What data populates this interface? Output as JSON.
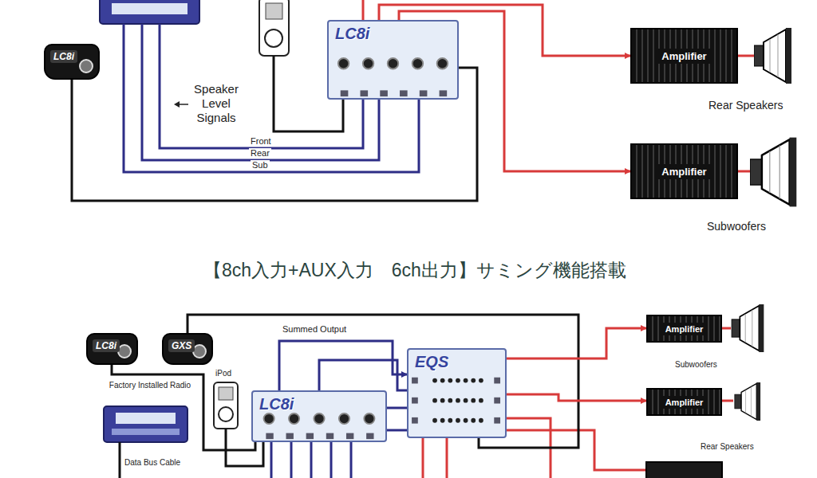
{
  "diagram": {
    "nodes": [
      {
        "text": [
          "LC8i"
        ]
      },
      {
        "text": [
          "LC8i"
        ]
      },
      {
        "text": [
          "Amplifier"
        ]
      },
      {
        "text": [
          "Amplifier"
        ]
      },
      {
        "text": [
          "LC8i"
        ]
      },
      {
        "text": [
          "GXS"
        ]
      },
      {
        "text": [
          "LC8i"
        ]
      },
      {
        "text": [
          "EQS"
        ]
      },
      {
        "text": [
          "Amplifier"
        ]
      },
      {
        "text": [
          "Amplifier"
        ]
      }
    ],
    "edges": [
      {
        "from": 0,
        "to": 1,
        "arrow": "none"
      },
      {
        "from": 1,
        "to": 2,
        "arrow": "to"
      },
      {
        "from": 1,
        "to": 3,
        "arrow": "to"
      },
      {
        "from": 4,
        "to": 6,
        "arrow": "none"
      },
      {
        "from": 5,
        "to": 7,
        "arrow": "none"
      },
      {
        "from": 6,
        "to": 7,
        "label": "Summed Output",
        "arrow": "to"
      },
      {
        "from": 7,
        "to": 8,
        "arrow": "to"
      },
      {
        "from": 7,
        "to": 9,
        "arrow": "to"
      }
    ],
    "labels": [
      "Speaker Level Signals",
      "Front",
      "Rear",
      "Sub",
      "Rear Speakers",
      "Subwoofers",
      "【8ch入力+AUX入力　6ch出力】サミング機能搭載",
      "iPod",
      "Factory Installed Radio",
      "Data Bus Cable",
      "Subwoofers",
      "Rear Speakers"
    ]
  }
}
